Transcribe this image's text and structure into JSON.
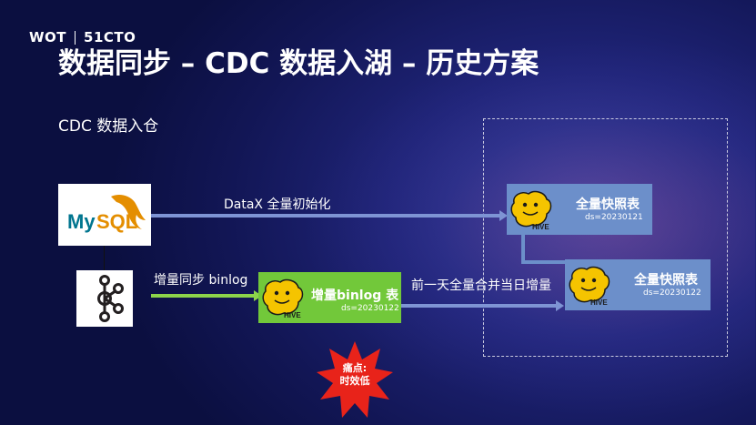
{
  "logo": {
    "left": "WOT",
    "right": "51CTO"
  },
  "title": "数据同步 – CDC 数据入湖 – 历史方案",
  "subtitle": "CDC 数据入仓",
  "edges": {
    "datax_label": "DataX 全量初始化",
    "binlog_label": "增量同步 binlog",
    "merge_label": "前一天全量合并当日增量"
  },
  "nodes": {
    "binlog_table": {
      "title": "增量binlog 表",
      "ds": "ds=20230122"
    },
    "full_snapshot_old": {
      "title": "全量快照表",
      "ds": "ds=20230121"
    },
    "full_snapshot_new": {
      "title": "全量快照表",
      "ds": "ds=20230122"
    }
  },
  "pain_point": {
    "line1": "痛点:",
    "line2": "时效低"
  },
  "mysql_logo": {
    "text_my": "My",
    "text_sql": "SQL"
  },
  "hive_logo_text": "HIVE",
  "colors": {
    "edge_blue": "#7e94d4",
    "edge_green": "#8dd44a",
    "node_blue": "#6c8fca",
    "node_green": "#72c83a",
    "star_red": "#e8231a",
    "hive_yellow": "#f5c400"
  }
}
